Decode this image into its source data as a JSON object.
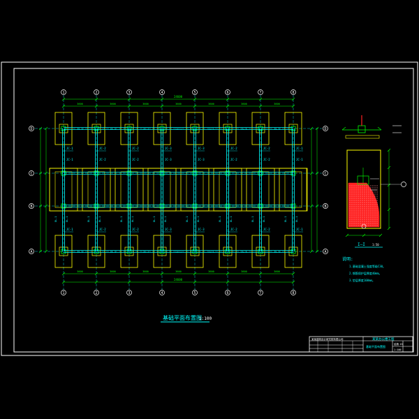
{
  "drawing": {
    "main_title": "基础平面布置图",
    "main_scale": "1:100",
    "section_label": "I—I",
    "section_scale": "1:50",
    "notes_heading": "说明:",
    "notes": [
      "1.基础混凝土强度等级C30。",
      "2.钢筋保护层厚度40mm。",
      "3.垫层厚度100mm。"
    ],
    "title_block": {
      "company": "某某建筑设计研究院有限公司",
      "project": "某某办公楼工程",
      "sheet_name": "基础平面布置图",
      "drawing_no": "结施-01",
      "scale": "1:100"
    }
  },
  "axes": {
    "columns": [
      "1",
      "2",
      "3",
      "4",
      "5",
      "6",
      "7",
      "8"
    ],
    "rows": [
      "A",
      "B",
      "C",
      "D"
    ],
    "total_length": "24600",
    "bay_length": "3600"
  },
  "labels": {
    "footing_tags": [
      "JC-1",
      "JC-2",
      "JC-2",
      "JC-3",
      "JC-3",
      "JC-2",
      "JC-2",
      "JC-1"
    ],
    "beam_tag": "JL-1",
    "tie_tag": "DL-1"
  },
  "colors": {
    "background": "#000000",
    "frame": "#ffffff",
    "footing": "#ffff00",
    "beam": "#00ffff",
    "column": "#00ff00",
    "dimension": "#00ff00",
    "section_fill": "#ff2020",
    "axis_bubble": "#ffffff"
  }
}
